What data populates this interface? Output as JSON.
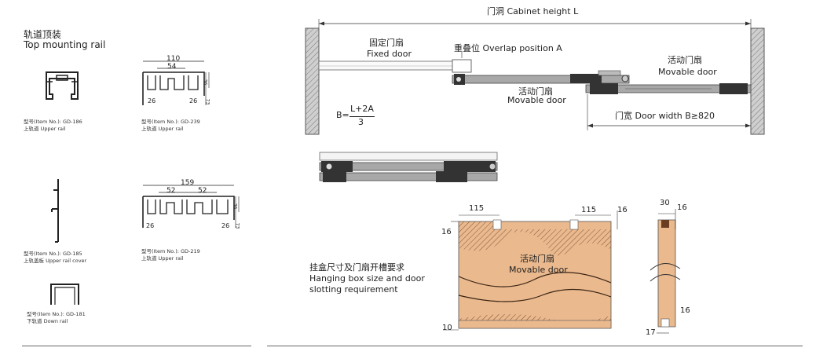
{
  "left_panel": {
    "section_title_cn": "轨道顶装",
    "section_title_en": "Top mounting rail",
    "profiles": [
      {
        "item": "型号(Item No.): GD-186",
        "name": "上轨道 Upper rail"
      },
      {
        "item": "型号(Item No.): GD-239",
        "name": "上轨道 Upper rail",
        "dims": {
          "width": "110",
          "inner": "54",
          "left": "26",
          "right": "26",
          "h1": "36",
          "h2": "73"
        }
      },
      {
        "item": "型号(Item No.): GD-185",
        "name": "上轨盖板 Upper rail cover"
      },
      {
        "item": "型号(Item No.): GD-219",
        "name": "上轨道 Upper rail",
        "dims": {
          "width": "159",
          "inner1": "52",
          "inner2": "52",
          "left": "26",
          "right": "26",
          "h1": "36",
          "h2": "73"
        }
      },
      {
        "item": "型号(Item No.): GD-181",
        "name": "下轨道 Down rail"
      }
    ]
  },
  "cabinet": {
    "height_label": "门洞 Cabinet height L",
    "fixed_door_cn": "固定门扇",
    "fixed_door_en": "Fixed door",
    "overlap": "重叠位 Overlap position A",
    "movable_right_cn": "活动门扇",
    "movable_right_en": "Movable door",
    "movable_mid_cn": "活动门扇",
    "movable_mid_en": "Movable door",
    "formula_prefix": "B=",
    "formula_num": "L+2A",
    "formula_den": "3",
    "door_width": "门宽 Door width B≥820"
  },
  "hanging": {
    "title_cn": "挂盒尺寸及门扇开槽要求",
    "title_en_1": "Hanging box size and door",
    "title_en_2": "slotting requirement",
    "door_cn": "活动门扇",
    "door_en": "Movable door",
    "dim_115_left": "115",
    "dim_115_right": "115",
    "dim_16_tr": "16",
    "dim_16_left": "16",
    "dim_10": "10",
    "side_30": "30",
    "side_16_top": "16",
    "side_16_bottom": "16",
    "side_17": "17"
  },
  "colors": {
    "wood": "#eab98e",
    "wood_grain": "#7a4a2b",
    "wall": "#cfcfcf",
    "rail": "#9a9a9a"
  }
}
